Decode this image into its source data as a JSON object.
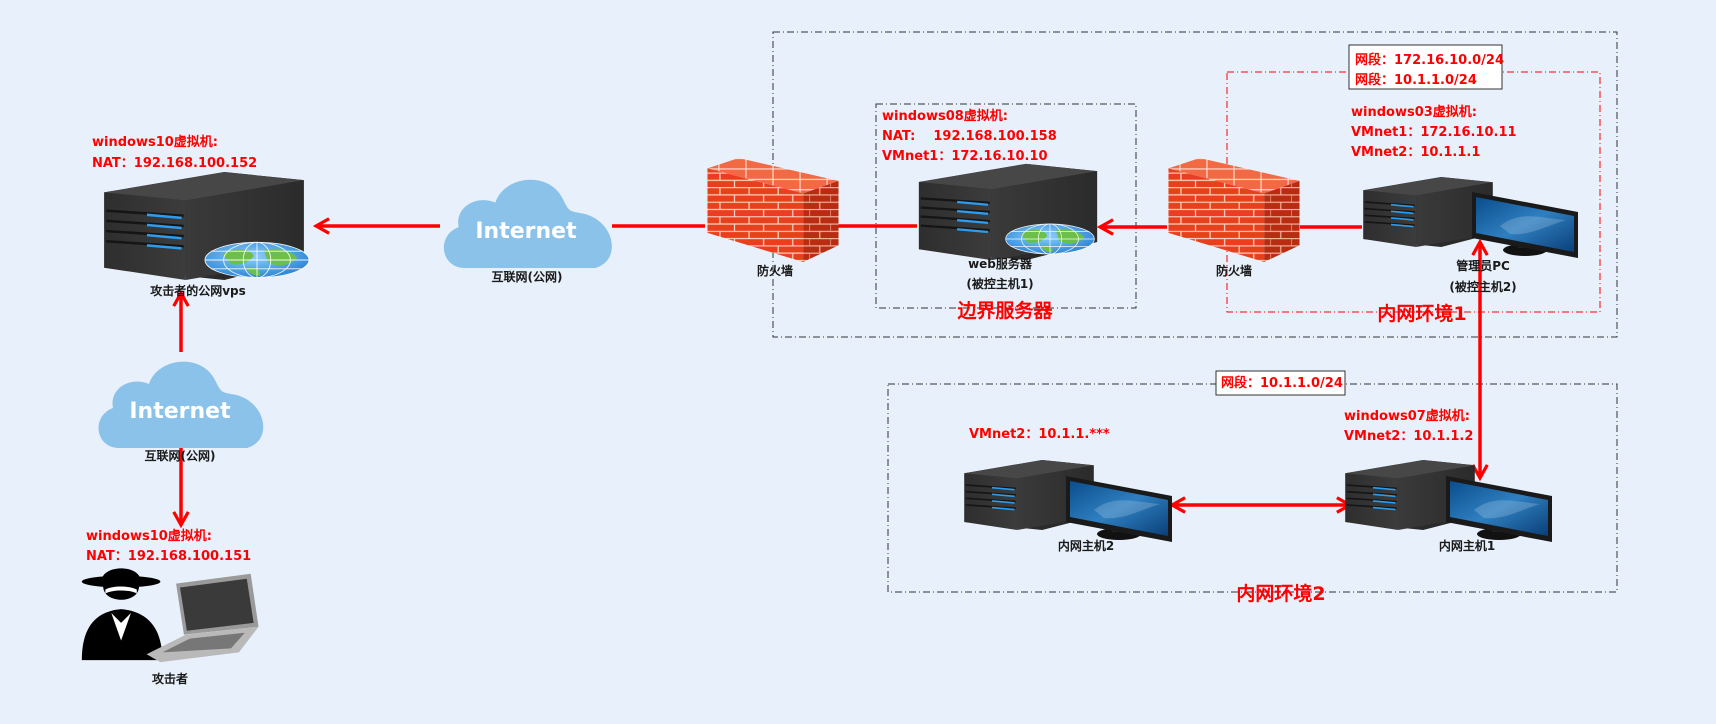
{
  "colors": {
    "background": "#e8f1fb",
    "link": "#ff0000",
    "label_red": "#ff0000",
    "cloud": "#8ac2ea",
    "firewall": "#e8401c",
    "server": "#333333"
  },
  "attacker_vps": {
    "info": [
      "windows10虚拟机:",
      "NAT：192.168.100.152"
    ],
    "label": "攻击者的公网vps",
    "icon": "server-globe-icon"
  },
  "cloud_top": {
    "text": "Internet",
    "label": "互联网(公网)",
    "icon": "cloud-icon"
  },
  "cloud_left": {
    "text": "Internet",
    "label": "互联网(公网)",
    "icon": "cloud-icon"
  },
  "attacker": {
    "info": [
      "windows10虚拟机:",
      "NAT：192.168.100.151"
    ],
    "label": "攻击者",
    "icon": "hacker-laptop-icon"
  },
  "firewall_1": {
    "label": "防火墙",
    "icon": "firewall-icon"
  },
  "firewall_2": {
    "label": "防火墙",
    "icon": "firewall-icon"
  },
  "web_server": {
    "info": [
      "windows08虚拟机:",
      "NAT:    192.168.100.158",
      "VMnet1：172.16.10.10"
    ],
    "label_lines": [
      "web服务器",
      "(被控主机1)"
    ],
    "icon": "server-globe-icon"
  },
  "zone_border": {
    "label": "边界服务器"
  },
  "admin_pc": {
    "info": [
      "windows03虚拟机:",
      "VMnet1：172.16.10.11",
      "VMnet2：10.1.1.1"
    ],
    "label_lines": [
      "管理员PC",
      "(被控主机2)"
    ],
    "icon": "workstation-icon"
  },
  "zone_intranet1": {
    "label": "内网环境1",
    "segments": [
      "网段：172.16.10.0/24",
      "网段：10.1.1.0/24"
    ]
  },
  "zone_intranet2": {
    "label": "内网环境2",
    "segments": [
      "网段：10.1.1.0/24"
    ]
  },
  "intranet_host1": {
    "info": [
      "windows07虚拟机:",
      "VMnet2：10.1.1.2"
    ],
    "label": "内网主机1",
    "icon": "workstation-icon"
  },
  "intranet_host2": {
    "info": [
      "VMnet2：10.1.1.***"
    ],
    "label": "内网主机2",
    "icon": "workstation-icon"
  }
}
